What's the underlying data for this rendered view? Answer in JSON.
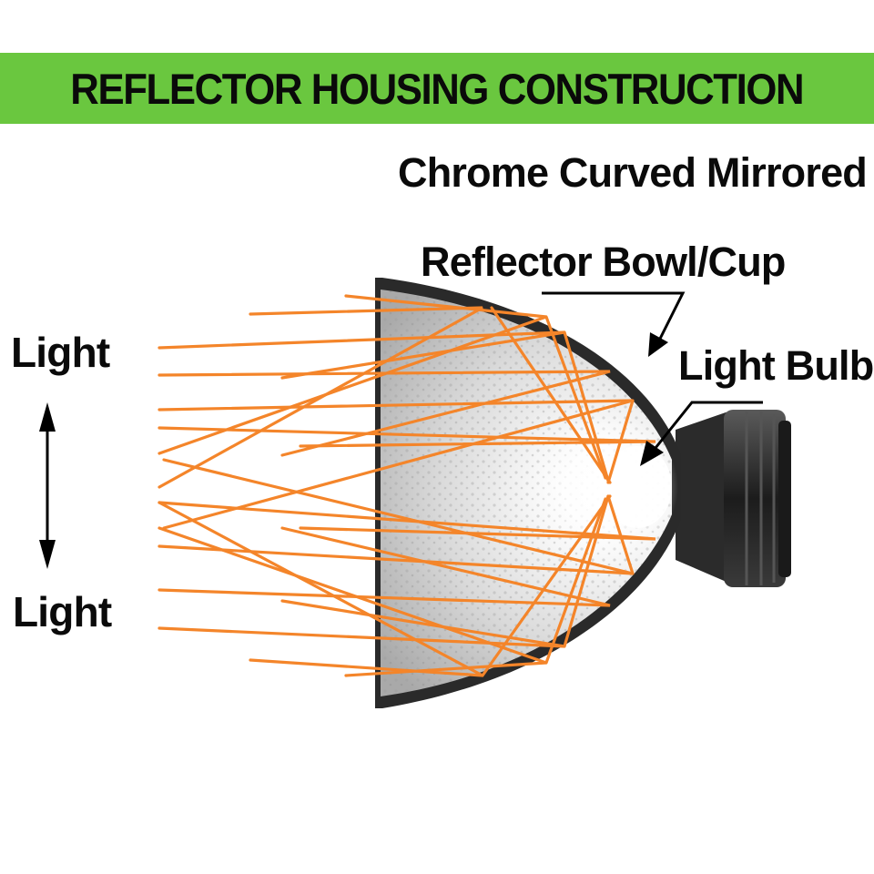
{
  "header": {
    "title": "REFLECTOR HOUSING CONSTRUCTION",
    "background_color": "#6ac73f"
  },
  "labels": {
    "chrome": "Chrome Curved Mirrored",
    "bowl": "Reflector Bowl/Cup",
    "bulb": "Light Bulb",
    "light_top": "Light",
    "light_bottom": "Light"
  },
  "colors": {
    "ray": "#f4852a",
    "housing": "#2a2a2a",
    "text": "#0a0a0a"
  },
  "icons": {
    "vertical_arrow": "double-headed-vertical-arrow-icon",
    "pointer_bowl": "arrow-pointer-icon",
    "pointer_bulb": "arrow-pointer-icon"
  }
}
